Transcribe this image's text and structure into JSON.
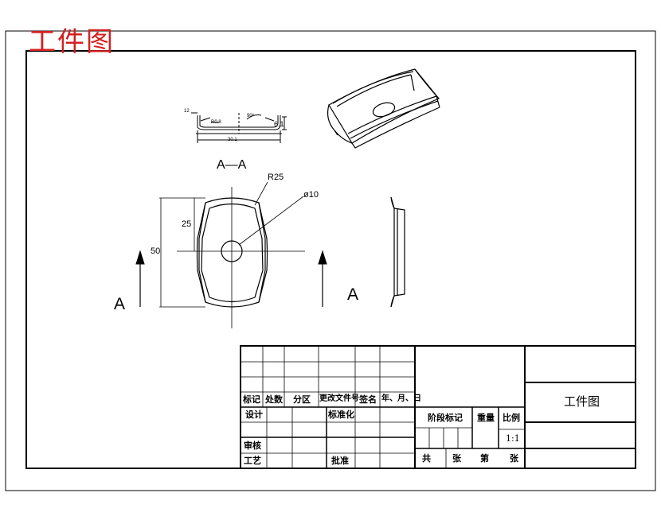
{
  "title": "工件图",
  "dims": {
    "top_12": "12",
    "top_r08": "R0.8",
    "top_90": "90°",
    "top_61": "6.1",
    "top_width": "30.1",
    "r25": "R25",
    "d10": "ø10",
    "h25": "25",
    "h50": "50"
  },
  "section_label": "A—A",
  "arrow_left_label": "A",
  "arrow_right_label": "A",
  "titleblock": {
    "row_labels": [
      "标记",
      "处数",
      "分区",
      "更改文件号",
      "签名",
      "年、月、日"
    ],
    "design": "设计",
    "standard": "标准化",
    "review": "审核",
    "process": "工艺",
    "approve": "批准",
    "stage_mark": "阶段标记",
    "weight": "重量",
    "ratio": "比例",
    "scale": "1:1",
    "name": "工件图",
    "total": "共",
    "sheet1": "张",
    "nth": "第",
    "sheet2": "张"
  }
}
